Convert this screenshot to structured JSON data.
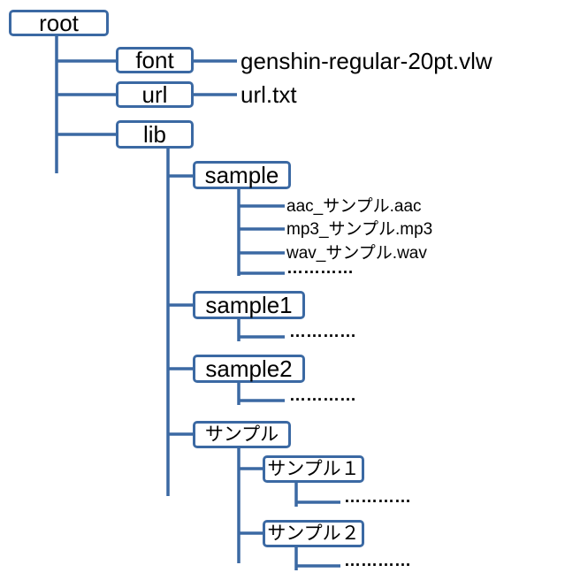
{
  "nodes": {
    "root": "root",
    "font": "font",
    "url": "url",
    "lib": "lib",
    "sample": "sample",
    "sample1": "sample1",
    "sample2": "sample2",
    "sanpuru": "サンプル",
    "sanpuru1": "サンプル１",
    "sanpuru2": "サンプル２"
  },
  "files": {
    "font_file": "genshin-regular-20pt.vlw",
    "url_file": "url.txt",
    "aac": "aac_サンプル.aac",
    "mp3": "mp3_サンプル.mp3",
    "wav": "wav_サンプル.wav",
    "ellipsis": "…………"
  },
  "colors": {
    "line": "#3b69a3",
    "text": "#000000"
  }
}
